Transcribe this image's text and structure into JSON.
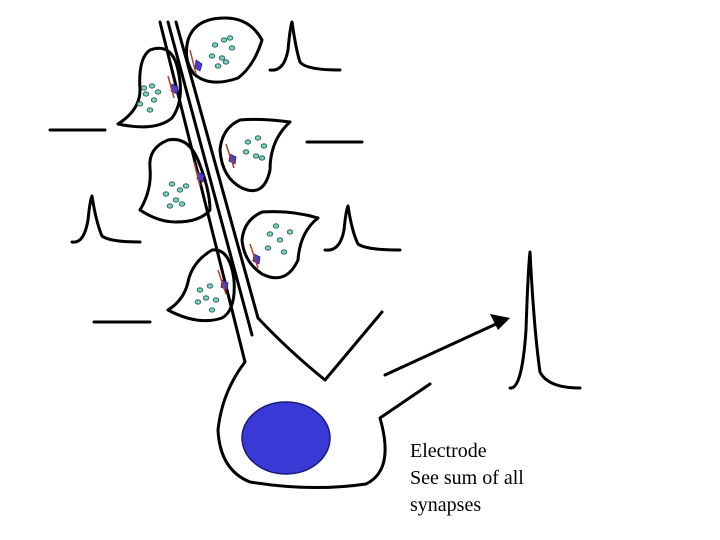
{
  "caption": {
    "line1": "Electrode",
    "line2": "See sum of all",
    "line3": "synapses"
  },
  "colors": {
    "outline": "#000000",
    "vesicle_fill": "#7fd0c0",
    "vesicle_stroke": "#1a5a50",
    "receptor": "#4b3fc4",
    "synaptic_cleft": "#b0402a",
    "nucleus_fill": "#3939d6",
    "nucleus_stroke": "#1a1a7a"
  },
  "elements": {
    "neuron": "pyramidal-neuron-with-dendrite",
    "terminals": 6,
    "traces": "action-potential-and-flat-line-traces",
    "arrow": "electrode-arrow"
  }
}
